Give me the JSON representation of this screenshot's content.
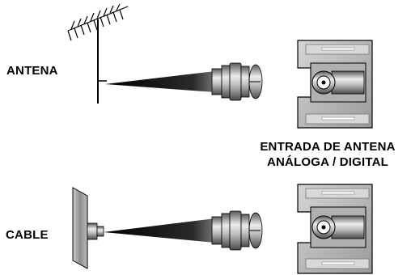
{
  "labels": {
    "antenna": "ANTENA",
    "cable": "CABLE",
    "input_line1": "ENTRADA DE ANTENA",
    "input_line2": "ANÁLOGA / DIGITAL"
  },
  "colors": {
    "line": "#000000",
    "panel_light": "#c8c8c8",
    "panel_dark": "#8a8a8a",
    "metal_light": "#ececec",
    "metal_dark": "#5a5a5a"
  }
}
